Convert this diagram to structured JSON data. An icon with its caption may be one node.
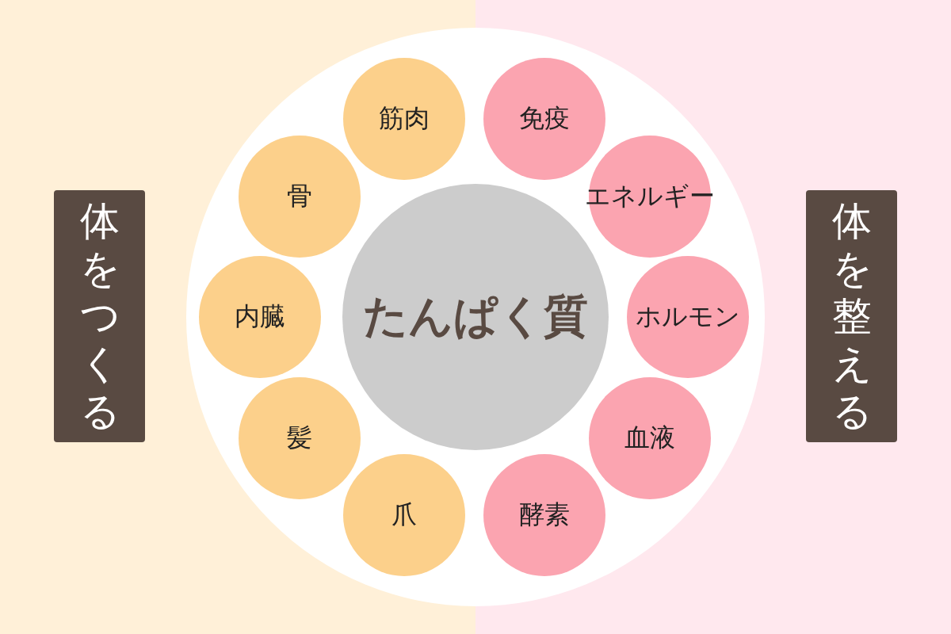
{
  "diagram": {
    "nodes": [
      {
        "text": [
          "体をつくる"
        ]
      },
      {
        "text": [
          "筋肉"
        ]
      },
      {
        "text": [
          "免疫"
        ]
      },
      {
        "text": [
          "骨"
        ]
      },
      {
        "text": [
          "エネルギー"
        ]
      },
      {
        "text": [
          "内臓"
        ]
      },
      {
        "text": [
          "たんぱく質"
        ]
      },
      {
        "text": [
          "ホルモン"
        ]
      },
      {
        "text": [
          "髪"
        ]
      },
      {
        "text": [
          "血液"
        ]
      },
      {
        "text": [
          "爪"
        ]
      },
      {
        "text": [
          "酵素"
        ]
      },
      {
        "text": [
          "体を整える"
        ]
      }
    ]
  }
}
